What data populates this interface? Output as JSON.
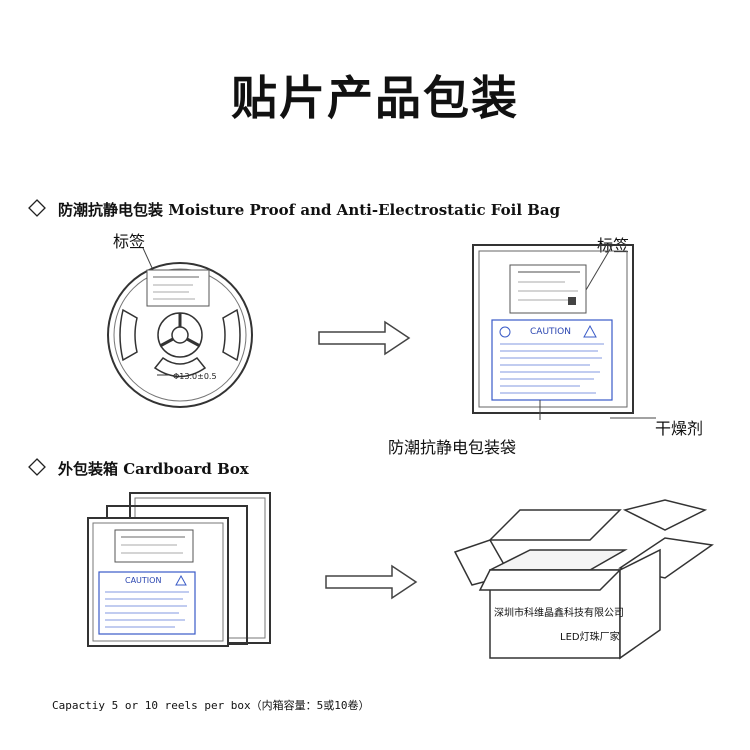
{
  "title": "贴片产品包装",
  "section1": {
    "heading": "防潮抗静电包装   Moisture Proof and Anti-Electrostatic Foil Bag",
    "reel_label": "标签",
    "reel_dimension": "Φ13.0±0.5",
    "bag_label": "标签",
    "bag_name": "防潮抗静电包装袋",
    "desiccant": "干燥剂",
    "caution_title": "CAUTION"
  },
  "section2": {
    "heading": "外包装箱   Cardboard Box",
    "caution_title": "CAUTION",
    "box_company": "深圳市科维晶鑫科技有限公司",
    "box_product": "LED灯珠厂家"
  },
  "footer": "Capactiy 5 or 10 reels per box（内箱容量：5或10卷）"
}
